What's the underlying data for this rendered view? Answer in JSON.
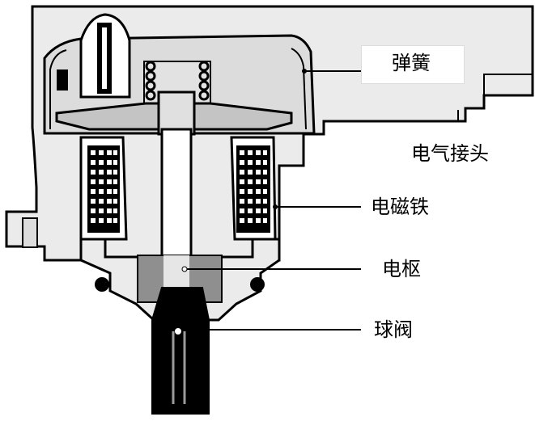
{
  "labels": {
    "spring": "弹簧",
    "connector": "电气接头",
    "electromagnet": "电磁铁",
    "armature": "电枢",
    "ball_valve": "球阀"
  },
  "colors": {
    "housing_fill": "#ebebeb",
    "housing_dark": "#c4c4c4",
    "shadow_fill": "#8f8f8f",
    "line": "#000000"
  }
}
